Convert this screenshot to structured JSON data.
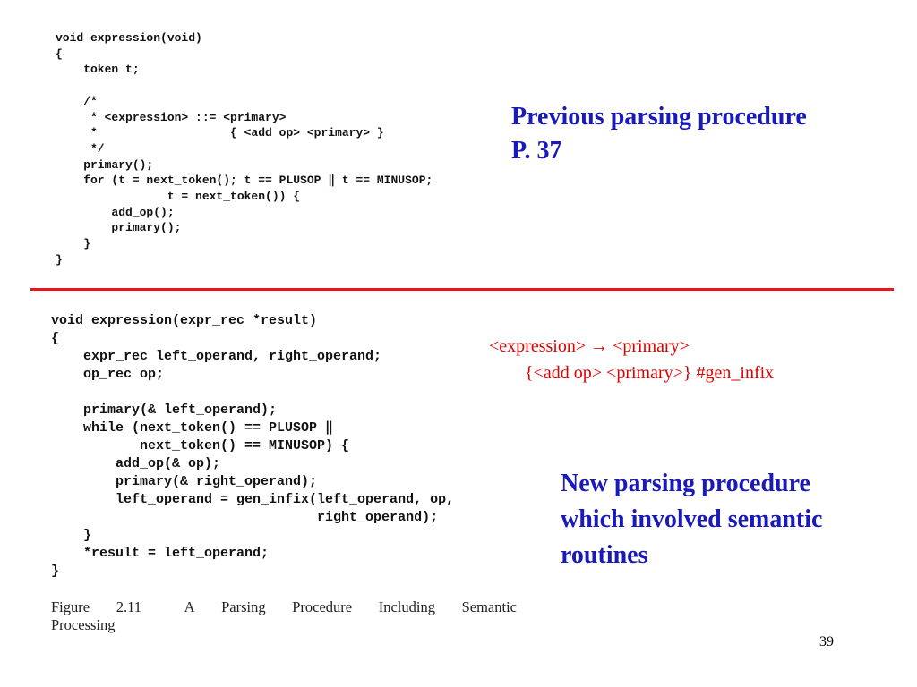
{
  "code_top": [
    "void expression(void)",
    "{",
    "    token t;",
    "",
    "    /*",
    "     * <expression> ::= <primary>",
    "     *                   { <add op> <primary> }",
    "     */",
    "    primary();",
    "    for (t = next_token(); t == PLUSOP ‖ t == MINUSOP;",
    "                t = next_token()) {",
    "        add_op();",
    "        primary();",
    "    }",
    "}"
  ],
  "note_previous": {
    "line1": "Previous parsing procedure",
    "line2": "P. 37"
  },
  "code_bottom": [
    "void expression(expr_rec *result)",
    "{",
    "    expr_rec left_operand, right_operand;",
    "    op_rec op;",
    "",
    "    primary(& left_operand);",
    "    while (next_token() == PLUSOP ‖",
    "           next_token() == MINUSOP) {",
    "        add_op(& op);",
    "        primary(& right_operand);",
    "        left_operand = gen_infix(left_operand, op,",
    "                                 right_operand);",
    "    }",
    "    *result = left_operand;",
    "}"
  ],
  "grammar": {
    "line1": "<expression> → <primary>",
    "line2": "{<add op> <primary>} #gen_infix"
  },
  "note_new": {
    "line1": "New parsing procedure",
    "line2": "which involved semantic",
    "line3": "routines"
  },
  "caption": {
    "words": [
      "Figure",
      "2.11",
      "A",
      "Parsing",
      "Procedure",
      "Including",
      "Semantic"
    ],
    "line2": "Processing"
  },
  "page_number": "39",
  "colors": {
    "blue_note": "#1a1ab8",
    "red_text": "#e00000",
    "red_rule": "#e8151a"
  }
}
